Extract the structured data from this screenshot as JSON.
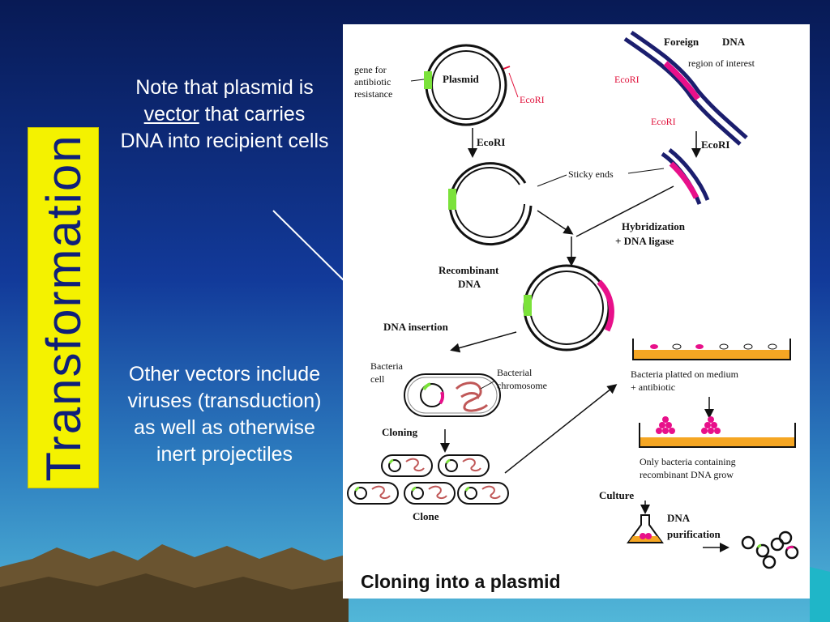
{
  "slide": {
    "title": "Transformation",
    "note1": {
      "before": "Note that plasmid is ",
      "emph": "vector",
      "after": " that carries DNA into recipient cells"
    },
    "note2": "Other vectors include viruses (transduction) as well as otherwise inert projectiles"
  },
  "diagram": {
    "caption": "Cloning into a plasmid",
    "plasmid": "Plasmid",
    "gene_label": [
      "gene for",
      "antibiotic",
      "resistance"
    ],
    "ecori": "EcoRI",
    "foreign": "Foreign",
    "dna": "DNA",
    "region": "region of interest",
    "sticky_ends": "Sticky ends",
    "hybridization": "Hybridization",
    "ligase": "+ DNA ligase",
    "recombinant": "Recombinant",
    "recombinant_dna": "DNA",
    "insertion": "DNA insertion",
    "bacteria_cell": [
      "Bacteria",
      "cell"
    ],
    "chromosome": [
      "Bacterial",
      "chromosome"
    ],
    "cloning": "Cloning",
    "clone": "Clone",
    "platted": [
      "Bacteria platted on medium",
      "+ antibiotic"
    ],
    "only_bacteria": [
      "Only bacteria containing",
      "recombinant DNA grow"
    ],
    "culture": "Culture",
    "purification": [
      "DNA",
      "purification"
    ]
  },
  "colors": {
    "gene": "#7be23a",
    "insert": "#e8108a",
    "strand": "#1b1e6e",
    "medium": "#f5a623"
  }
}
